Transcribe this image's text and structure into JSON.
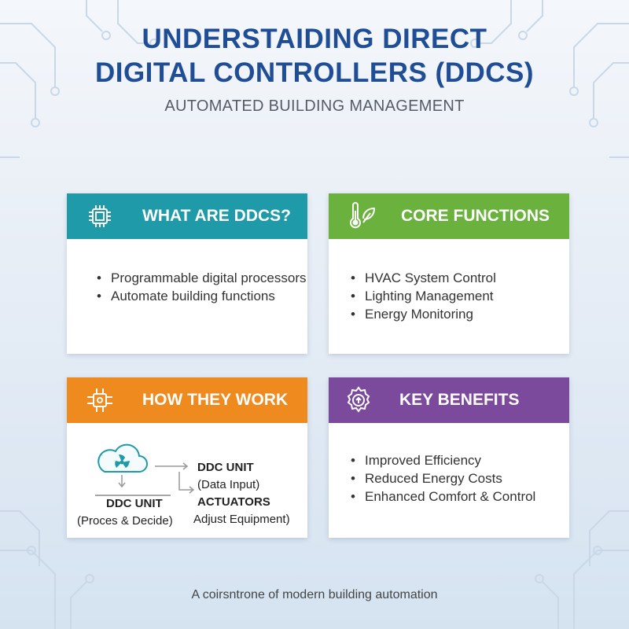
{
  "title_line1": "UNDERSTAIDING DIRECT",
  "title_line2": "DIGITAL CONTROLLERS (DDCS)",
  "subtitle": "AUTOMATED BUILDING MANAGEMENT",
  "colors": {
    "teal": "#1f9aa8",
    "green": "#6ab23d",
    "orange": "#ef8a1f",
    "purple": "#7b4a9c",
    "title": "#1f4e96"
  },
  "cards": [
    {
      "title": "WHAT ARE DDCS?",
      "icon": "chip-icon",
      "items": [
        "Programmable digital processors",
        "Automate building functions"
      ]
    },
    {
      "title": "CORE FUNCTIONS",
      "icon": "thermometer-leaf-icon",
      "items": [
        "HVAC System Control",
        "Lighting Management",
        "Energy Monitoring"
      ]
    },
    {
      "title": "HOW THEY WORK",
      "icon": "processor-icon",
      "diagram": {
        "left_title": "DDC UNIT",
        "left_sub": "(Proces & Decide)",
        "right_title1": "DDC UNIT",
        "right_sub1": "(Data Input)",
        "right_title2": "ACTUATORS",
        "right_sub2": "Adjust Equipment)"
      }
    },
    {
      "title": "KEY BENEFITS",
      "icon": "gear-icon",
      "items": [
        "Improved Efficiency",
        "Reduced Energy Costs",
        "Enhanced Comfort & Control"
      ]
    }
  ],
  "footer": "A coirsntrone of modern building automation"
}
